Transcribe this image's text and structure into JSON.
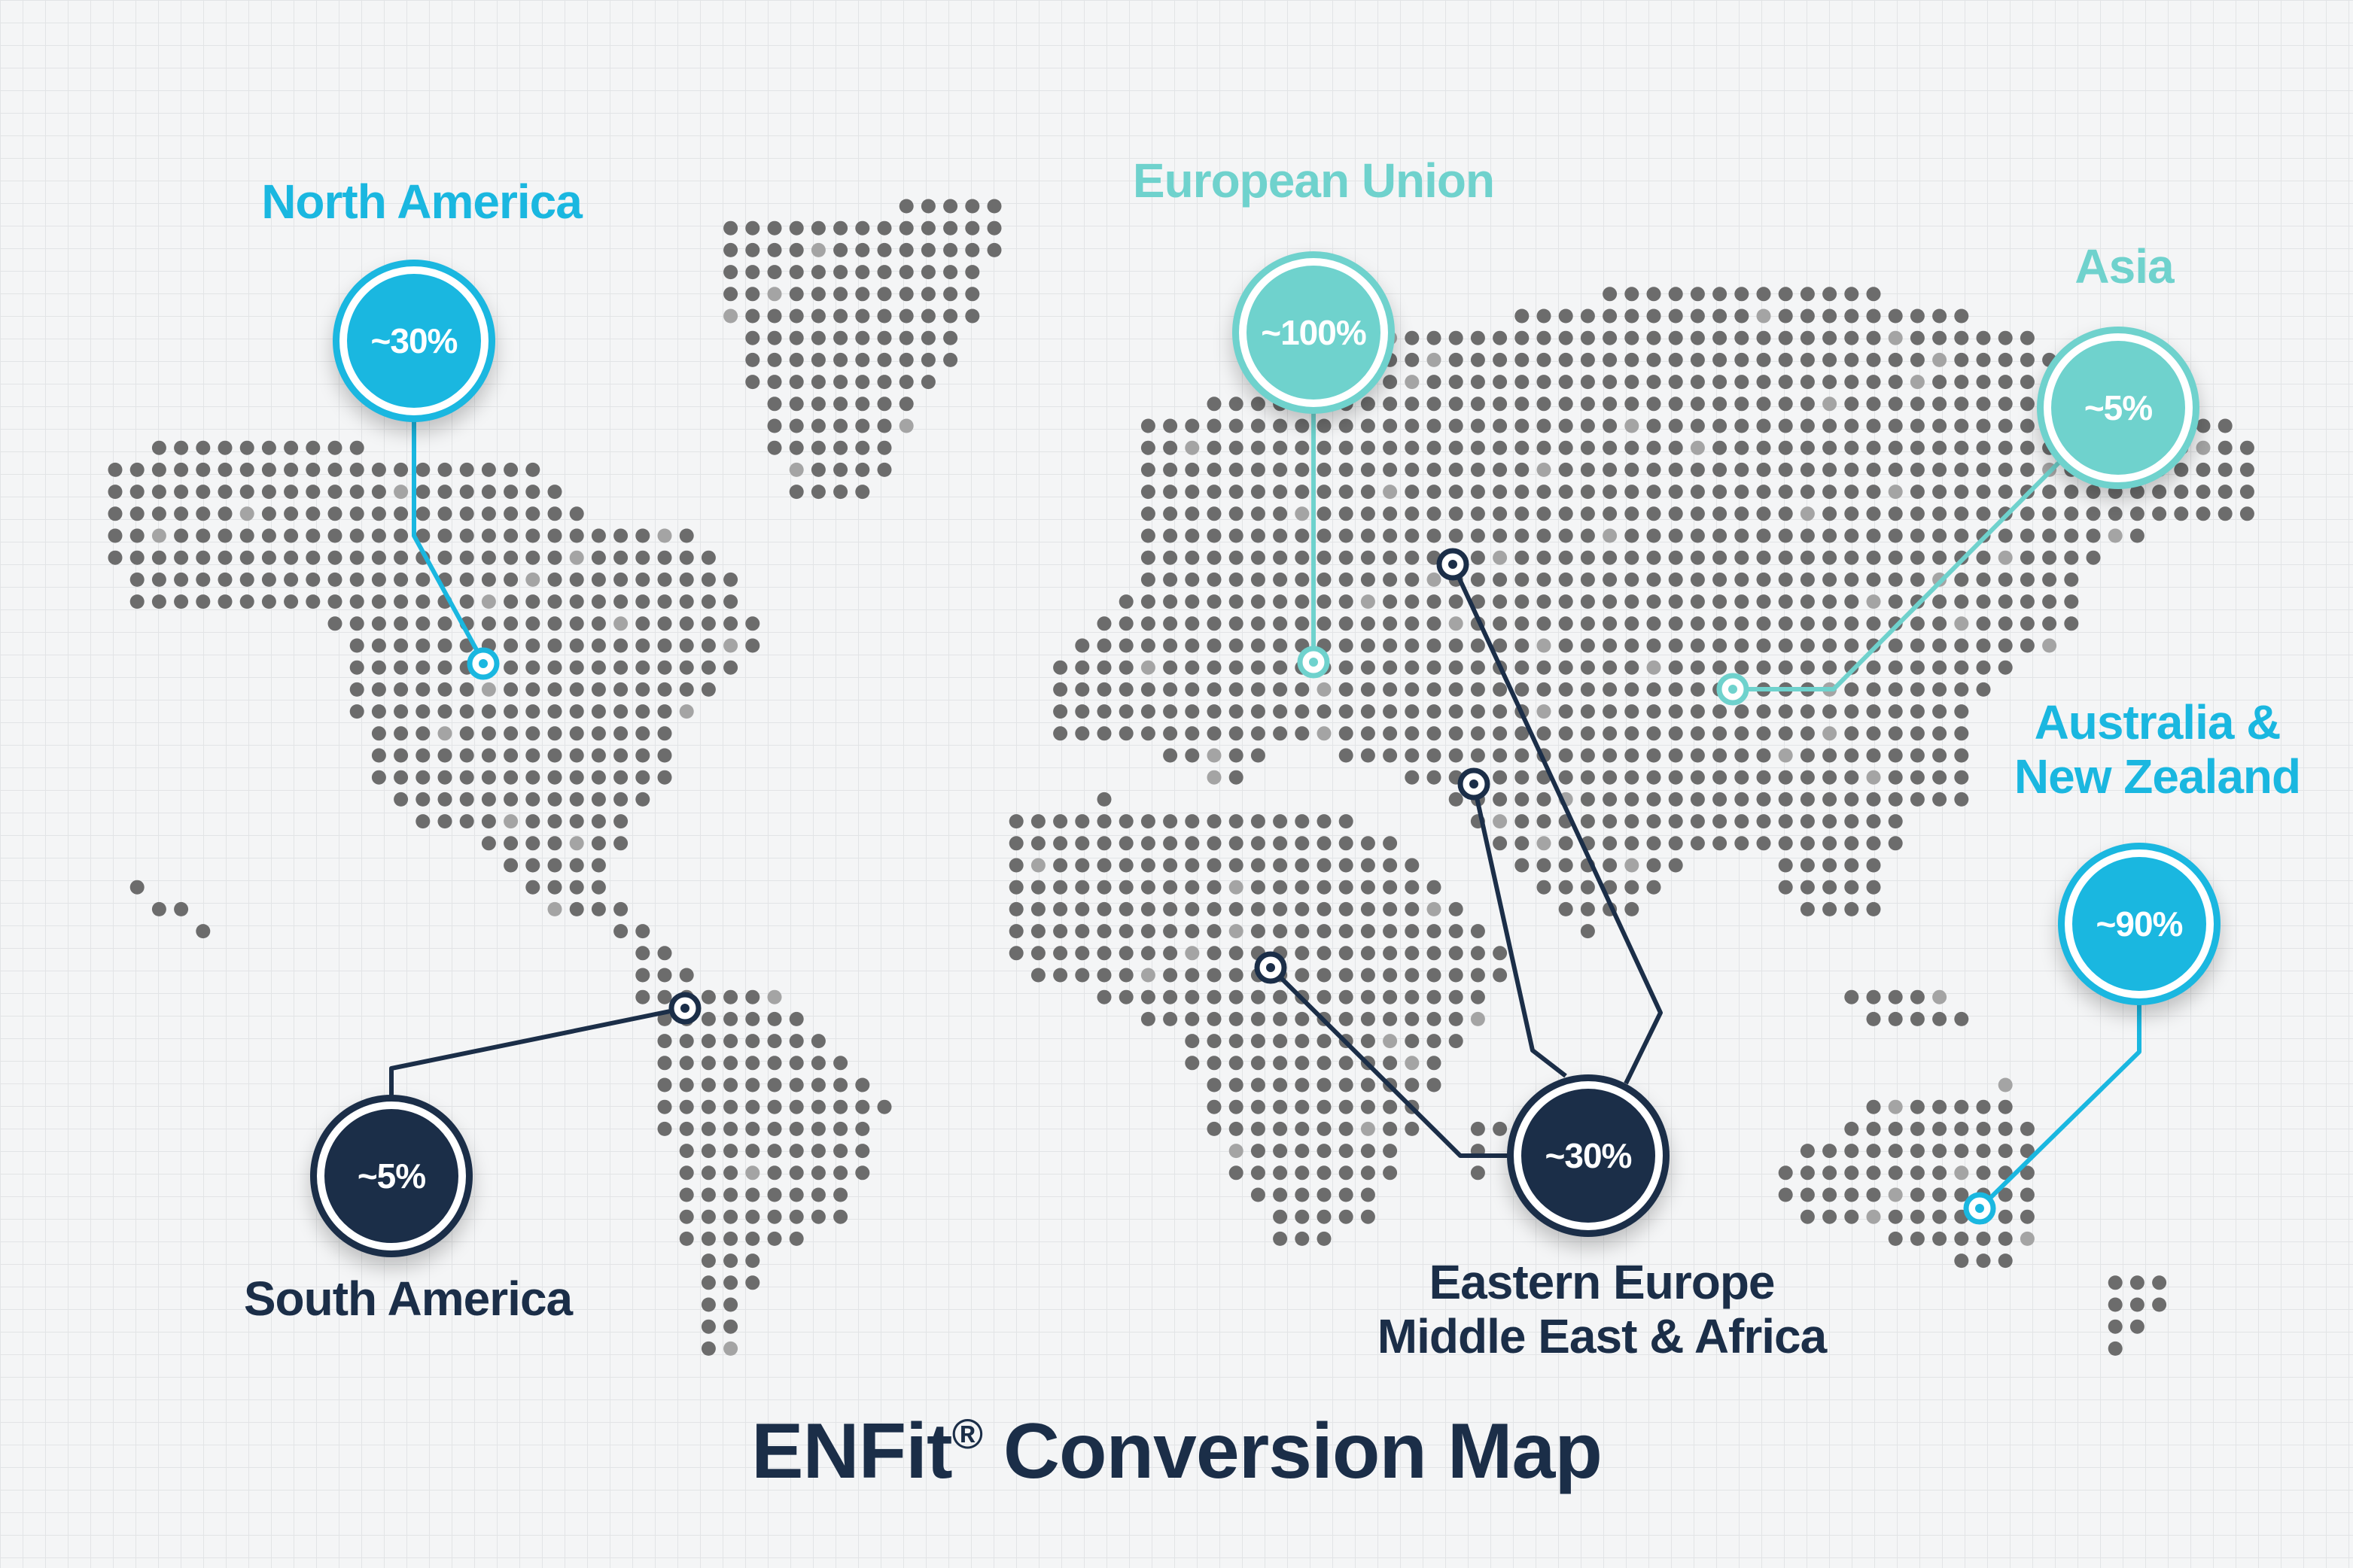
{
  "title": {
    "prefix": "ENFit",
    "registered_mark": "®",
    "suffix": " Conversion Map"
  },
  "colors": {
    "north_america": "#1ab7e0",
    "european_union": "#6fd2cd",
    "asia": "#6fd2cd",
    "australia_nz": "#1ab7e0",
    "south_america": "#1b2e48",
    "emea": "#1b2e48",
    "dots": "#6c6c6c",
    "dots_light": "#a4a4a4",
    "title": "#1b2e48"
  },
  "regions": {
    "north_america": {
      "name": "North America",
      "value": "~30%"
    },
    "european_union": {
      "name": "European Union",
      "value": "~100%"
    },
    "asia": {
      "name": "Asia",
      "value": "~5%"
    },
    "australia_nz": {
      "name_line1": "Australia &",
      "name_line2": "New Zealand",
      "value": "~90%"
    },
    "south_america": {
      "name": "South America",
      "value": "~5%"
    },
    "emea": {
      "name_line1": "Eastern Europe",
      "name_line2": "Middle East & Africa",
      "value": "~30%"
    }
  }
}
